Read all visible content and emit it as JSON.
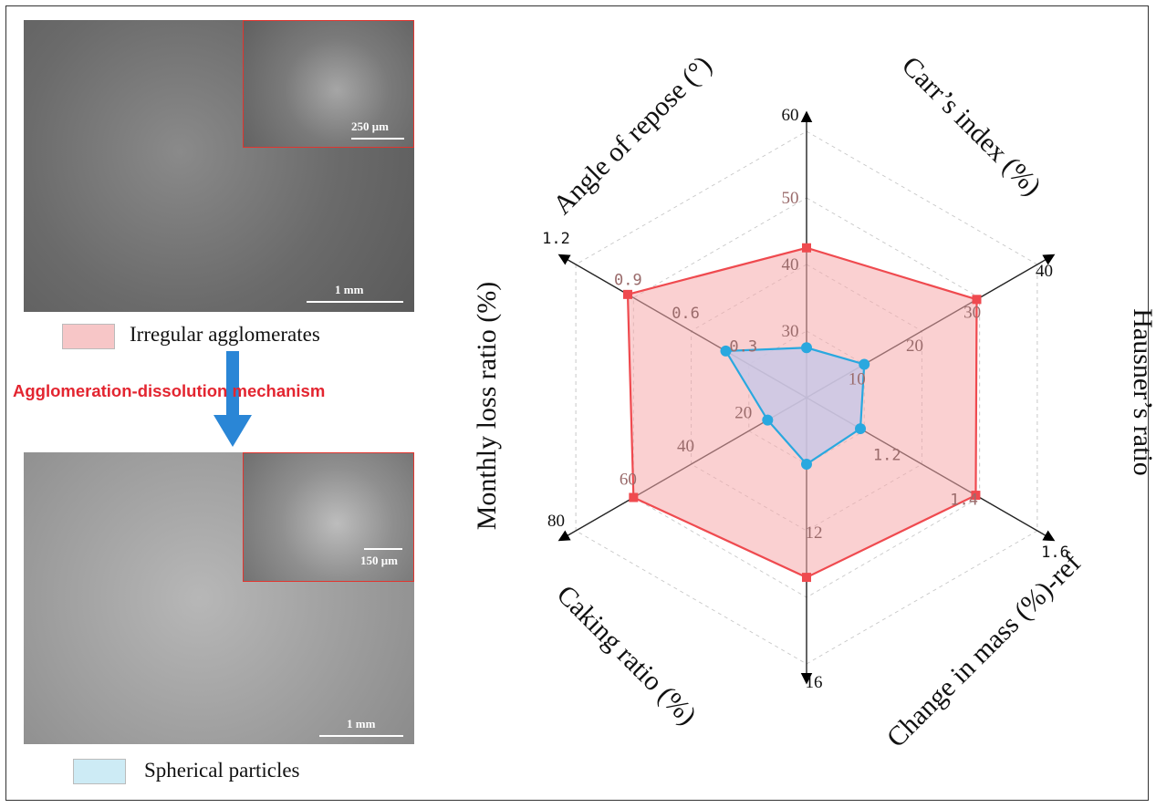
{
  "figure": {
    "images": {
      "top": {
        "scale_main": "1 mm",
        "scale_inset": "250 μm"
      },
      "bottom": {
        "scale_main": "1 mm",
        "scale_inset": "150 μm"
      }
    },
    "legend": {
      "irregular": {
        "label": "Irregular agglomerates",
        "color": "#f7c6c7"
      },
      "spherical": {
        "label": "Spherical particles",
        "color": "#cdebf5"
      }
    },
    "mechanism_label": "Agglomeration-dissolution mechanism",
    "colors": {
      "arrow": "#2a86d6",
      "irregular_line": "#ef4a4f",
      "irregular_fill": "#f5a9ab",
      "spherical_line": "#29a8df",
      "spherical_fill": "#c9c8e6"
    }
  },
  "chart_data": {
    "type": "radar",
    "axes": [
      {
        "name": "Angle of repose (°)",
        "ticks": [
          "30",
          "40",
          "50",
          "60"
        ],
        "range": [
          20,
          60
        ]
      },
      {
        "name": "Carr’s index (%)",
        "ticks": [
          "10",
          "20",
          "30",
          "40"
        ],
        "range": [
          0,
          40
        ]
      },
      {
        "name": "Hausner’s ratio",
        "ticks": [
          "1.2",
          "1.4",
          "1.6"
        ],
        "range": [
          1.0,
          1.6
        ]
      },
      {
        "name": "Change in mass (%)-ref",
        "ticks": [
          "12",
          "16"
        ],
        "range": [
          8,
          16
        ]
      },
      {
        "name": "Caking ratio (%)",
        "ticks": [
          "20",
          "40",
          "60",
          "80"
        ],
        "range": [
          0,
          80
        ]
      },
      {
        "name": "Monthly loss ratio (%)",
        "ticks": [
          "0.3",
          "0.6",
          "0.9",
          "1.2"
        ],
        "range": [
          0,
          1.2
        ]
      }
    ],
    "series": [
      {
        "name": "Irregular agglomerates",
        "values": [
          42.5,
          29.5,
          1.44,
          13.4,
          60.0,
          0.93
        ]
      },
      {
        "name": "Spherical particles",
        "values": [
          27.5,
          10.0,
          1.14,
          10.0,
          13.5,
          0.42
        ]
      }
    ],
    "grid": "dashed hexagonal"
  }
}
